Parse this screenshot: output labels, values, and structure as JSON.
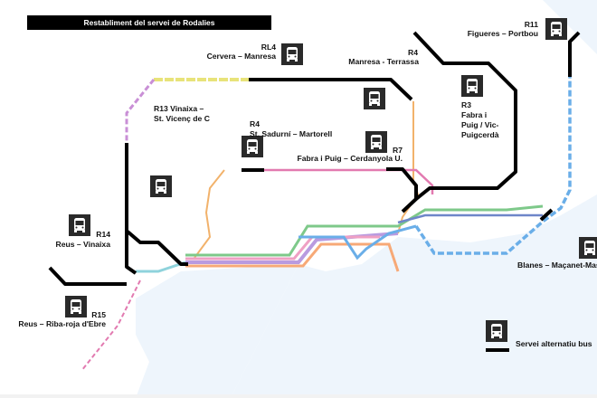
{
  "title": "Restabliment del servei de Rodalies",
  "colors": {
    "bus_route": "#000000",
    "sea": "#eef5fc",
    "line_yellow": "#e8e37a",
    "line_purple": "#c98fd6",
    "line_orange": "#f2b26b",
    "line_pink": "#e27ab0",
    "line_green": "#7ec98a",
    "line_blue": "#6aaee8",
    "line_dark_blue": "#6e86c9"
  },
  "routes": [
    {
      "code": "RL4",
      "name": "Cervera – Manresa"
    },
    {
      "code": "R4",
      "name": "Manresa - Terrassa"
    },
    {
      "code": "R13  Vinaixa –",
      "name": "St. Vicenç de C"
    },
    {
      "code": "R4",
      "name": "St. Sadurní – Martorell"
    },
    {
      "code": "R7",
      "name": "Fabra i Puig – Cerdanyola U."
    },
    {
      "code": "R3",
      "name_lines": [
        "Fabra i",
        "Puig / Vic-",
        "Puigcerdà"
      ]
    },
    {
      "code": "R11",
      "name": "Figueres – Portbou"
    },
    {
      "code": "R14",
      "name": "Reus – Vinaixa"
    },
    {
      "code": "R15",
      "name": "Reus – Riba-roja d'Ebre"
    },
    {
      "code": "",
      "name": "Blanes – Maçanet-Massanes"
    }
  ],
  "legend": {
    "label": "Servei alternatiu bus",
    "icon": "bus-icon"
  }
}
